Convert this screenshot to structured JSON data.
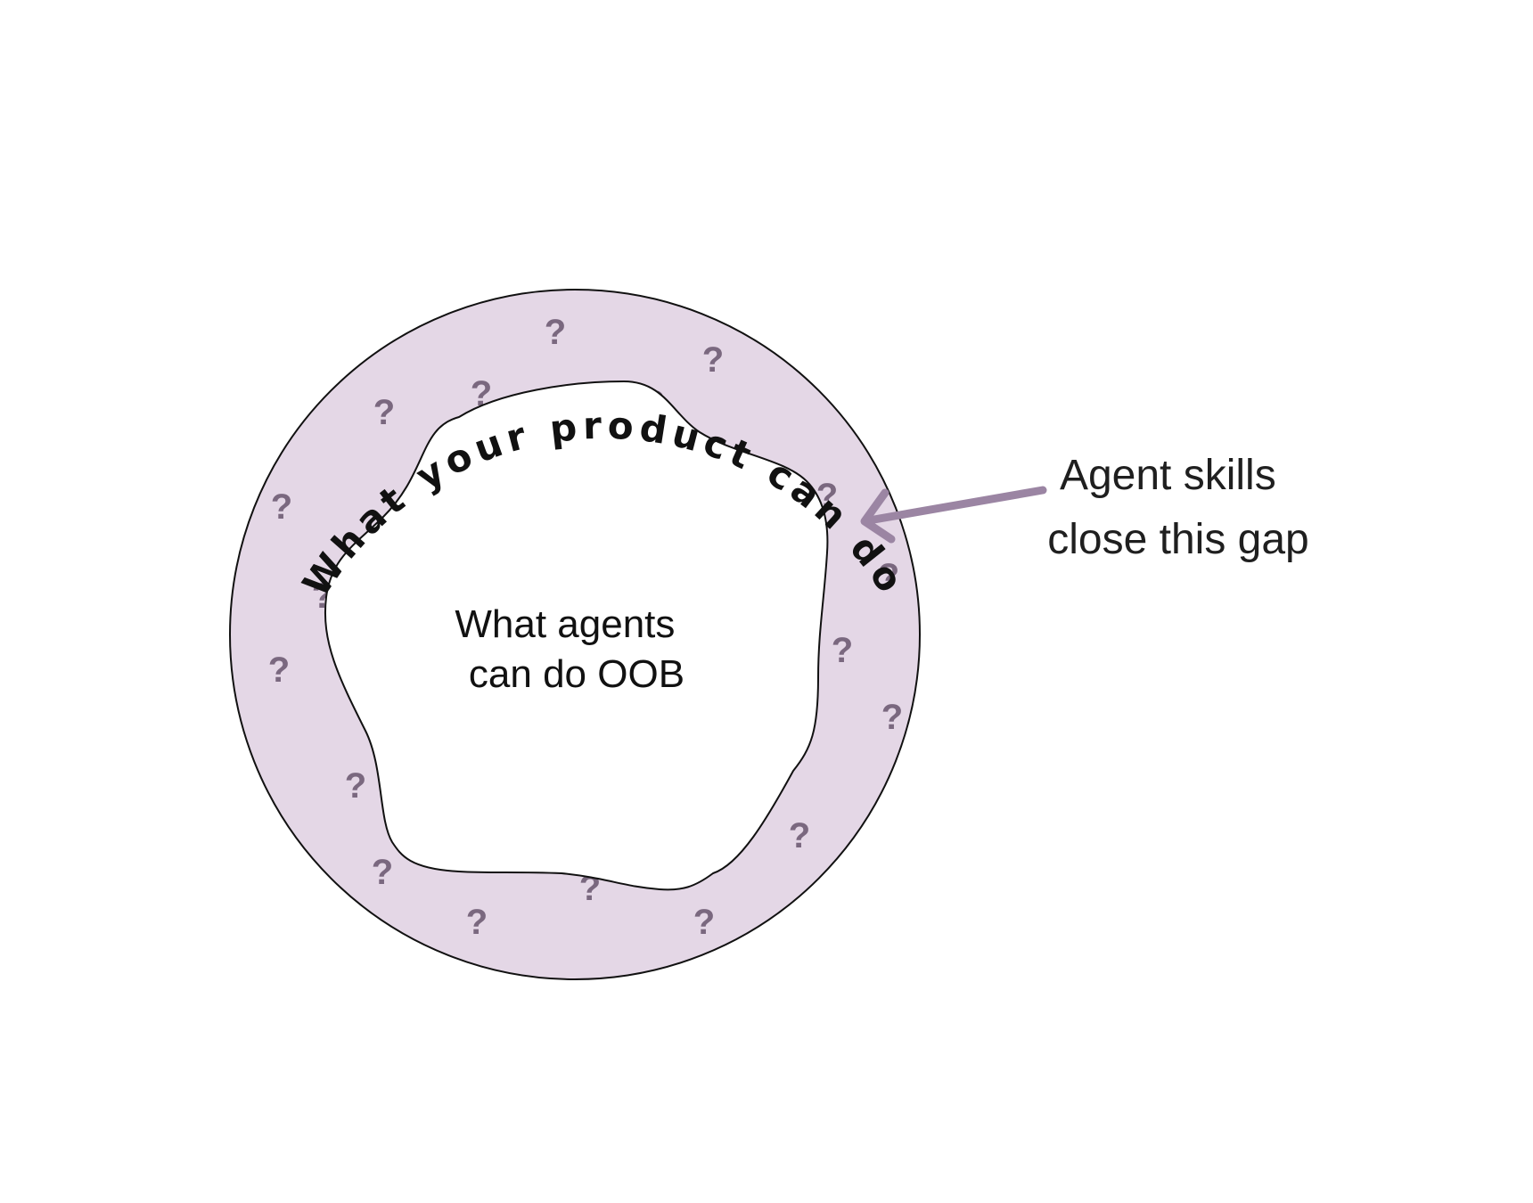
{
  "diagram": {
    "outer_ring_label": "What your product can do",
    "inner_label_lines": [
      "What agents",
      "can do OOB"
    ],
    "callout_lines": [
      "Agent skills",
      "close this gap"
    ],
    "gap_marker": "?",
    "colors": {
      "ring_fill": "#e4d7e6",
      "ring_stroke": "#111111",
      "inner_fill": "#ffffff",
      "arrow": "#9b85a3",
      "question_mark": "#7a687f",
      "text": "#111111",
      "callout_text": "#1f1f1f"
    }
  }
}
